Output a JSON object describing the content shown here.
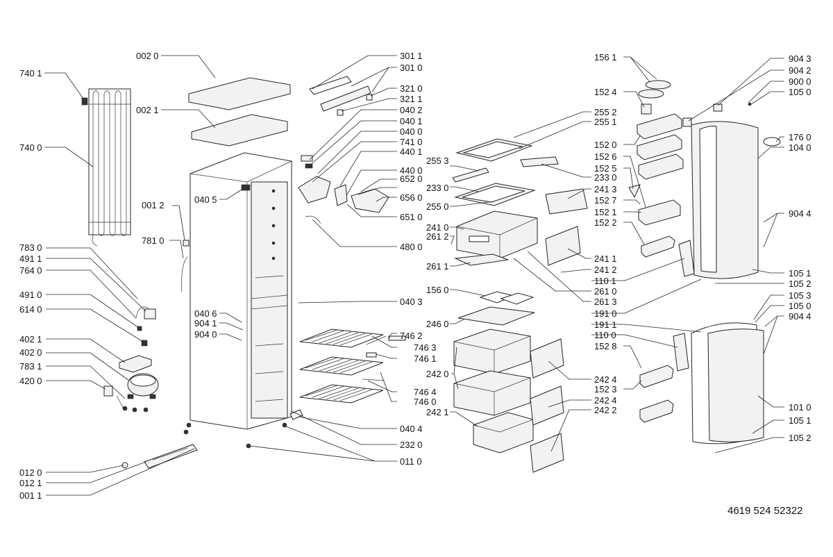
{
  "document_number": "4619 524 52322",
  "labels": {
    "l002_0": "002 0",
    "l002_1": "002 1",
    "l740_1": "740 1",
    "l740_0": "740 0",
    "l001_2": "001 2",
    "l781_0": "781 0",
    "l783_0": "783 0",
    "l491_1": "491 1",
    "l764_0": "764 0",
    "l491_0": "491 0",
    "l614_0": "614 0",
    "l402_1": "402 1",
    "l402_0": "402 0",
    "l783_1": "783 1",
    "l420_0": "420 0",
    "l012_0": "012 0",
    "l012_1": "012 1",
    "l001_1": "001 1",
    "l040_5": "040 5",
    "l040_6": "040 6",
    "l904_1": "904 1",
    "l904_0": "904 0",
    "l301_1": "301 1",
    "l301_0": "301 0",
    "l321_0": "321 0",
    "l321_1": "321 1",
    "l040_2": "040 2",
    "l040_1": "040 1",
    "l040_0": "040 0",
    "l741_0": "741 0",
    "l440_1": "440 1",
    "l255_3": "255 3",
    "l440_0": "440 0",
    "l652_0": "652 0",
    "l233_0a": "233 0",
    "l656_0": "656 0",
    "l255_0": "255 0",
    "l651_0": "651 0",
    "l241_0": "241 0",
    "l261_2": "261 2",
    "l480_0": "480 0",
    "l261_1": "261 1",
    "l040_3": "040 3",
    "l156_0": "156 0",
    "l246_0": "246 0",
    "l746_2": "746 2",
    "l746_3": "746 3",
    "l746_1": "746 1",
    "l242_0": "242 0",
    "l746_4": "746 4",
    "l746_0": "746 0",
    "l242_1": "242 1",
    "l040_4": "040 4",
    "l232_0": "232 0",
    "l011_0": "011 0",
    "l255_2": "255 2",
    "l255_1": "255 1",
    "l233_0b": "233 0",
    "l241_3": "241 3",
    "l241_1": "241 1",
    "l241_2": "241 2",
    "l110_1": "110 1",
    "l261_0": "261 0",
    "l261_3": "261 3",
    "l191_0": "191 0",
    "l191_1": "191 1",
    "l110_0": "110 0",
    "l242_4a": "242 4",
    "l242_4b": "242 4",
    "l242_2": "242 2",
    "l156_1": "156 1",
    "l152_4": "152 4",
    "l152_0": "152 0",
    "l152_6": "152 6",
    "l152_5": "152 5",
    "l152_7": "152 7",
    "l152_1": "152 1",
    "l152_2": "152 2",
    "l152_8": "152 8",
    "l152_3": "152 3",
    "l904_3": "904 3",
    "l904_2": "904 2",
    "l900_0": "900 0",
    "l105_0a": "105 0",
    "l176_0": "176 0",
    "l104_0": "104 0",
    "l904_4a": "904 4",
    "l105_1a": "105 1",
    "l105_2a": "105 2",
    "l105_3": "105 3",
    "l105_0b": "105 0",
    "l904_4b": "904 4",
    "l101_0": "101 0",
    "l105_1b": "105 1",
    "l105_2b": "105 2"
  }
}
